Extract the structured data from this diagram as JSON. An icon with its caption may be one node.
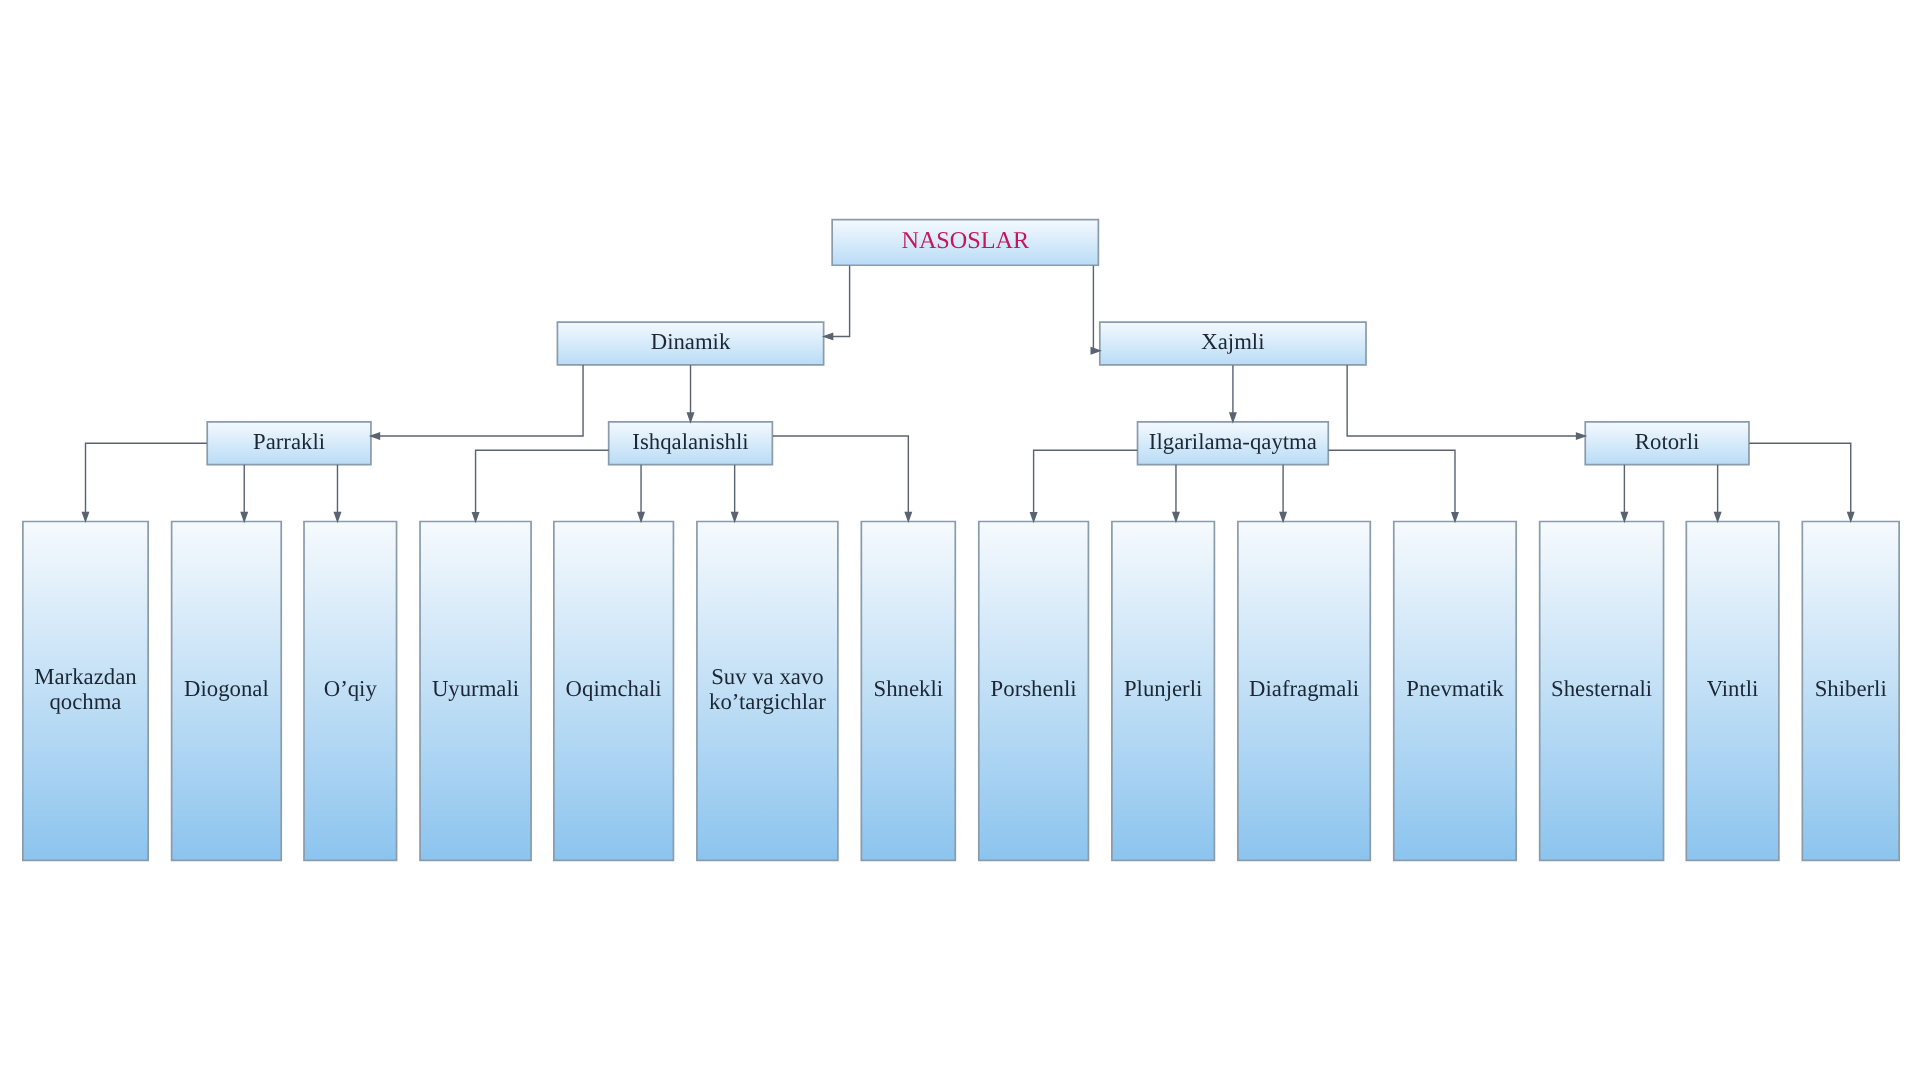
{
  "diagram": {
    "nodes": [
      {
        "text": [
          "NASOSLAR"
        ]
      },
      {
        "text": [
          "Dinamik"
        ]
      },
      {
        "text": [
          "Xajmli"
        ]
      },
      {
        "text": [
          "Parrakli"
        ]
      },
      {
        "text": [
          "Ishqalanishli"
        ]
      },
      {
        "text": [
          "Ilgarilama-qaytma"
        ]
      },
      {
        "text": [
          "Rotorli"
        ]
      },
      {
        "text": [
          "Markazdan qochma"
        ]
      },
      {
        "text": [
          "Diogonal"
        ]
      },
      {
        "text": [
          "O’qiy"
        ]
      },
      {
        "text": [
          "Uyurmali"
        ]
      },
      {
        "text": [
          "Oqimchali"
        ]
      },
      {
        "text": [
          "Suv va xavo ko’targichlar"
        ]
      },
      {
        "text": [
          "Shnekli"
        ]
      },
      {
        "text": [
          "Porshenli"
        ]
      },
      {
        "text": [
          "Plunjerli"
        ]
      },
      {
        "text": [
          "Diafragmali"
        ]
      },
      {
        "text": [
          "Pnevmatik"
        ]
      },
      {
        "text": [
          "Shesternali"
        ]
      },
      {
        "text": [
          "Vintli"
        ]
      },
      {
        "text": [
          "Shiberli"
        ]
      }
    ],
    "edges": [
      {
        "from": 0,
        "to": 1,
        "arrow": "to"
      },
      {
        "from": 0,
        "to": 2,
        "arrow": "to"
      },
      {
        "from": 1,
        "to": 3,
        "arrow": "to"
      },
      {
        "from": 1,
        "to": 4,
        "arrow": "to"
      },
      {
        "from": 2,
        "to": 5,
        "arrow": "to"
      },
      {
        "from": 2,
        "to": 6,
        "arrow": "to"
      },
      {
        "from": 3,
        "to": 7,
        "arrow": "to"
      },
      {
        "from": 3,
        "to": 8,
        "arrow": "to"
      },
      {
        "from": 3,
        "to": 9,
        "arrow": "to"
      },
      {
        "from": 4,
        "to": 10,
        "arrow": "to"
      },
      {
        "from": 4,
        "to": 11,
        "arrow": "to"
      },
      {
        "from": 4,
        "to": 12,
        "arrow": "to"
      },
      {
        "from": 4,
        "to": 13,
        "arrow": "to"
      },
      {
        "from": 5,
        "to": 14,
        "arrow": "to"
      },
      {
        "from": 5,
        "to": 15,
        "arrow": "to"
      },
      {
        "from": 5,
        "to": 16,
        "arrow": "to"
      },
      {
        "from": 5,
        "to": 17,
        "arrow": "to"
      },
      {
        "from": 6,
        "to": 18,
        "arrow": "to"
      },
      {
        "from": 6,
        "to": 19,
        "arrow": "to"
      },
      {
        "from": 6,
        "to": 20,
        "arrow": "to"
      }
    ]
  }
}
